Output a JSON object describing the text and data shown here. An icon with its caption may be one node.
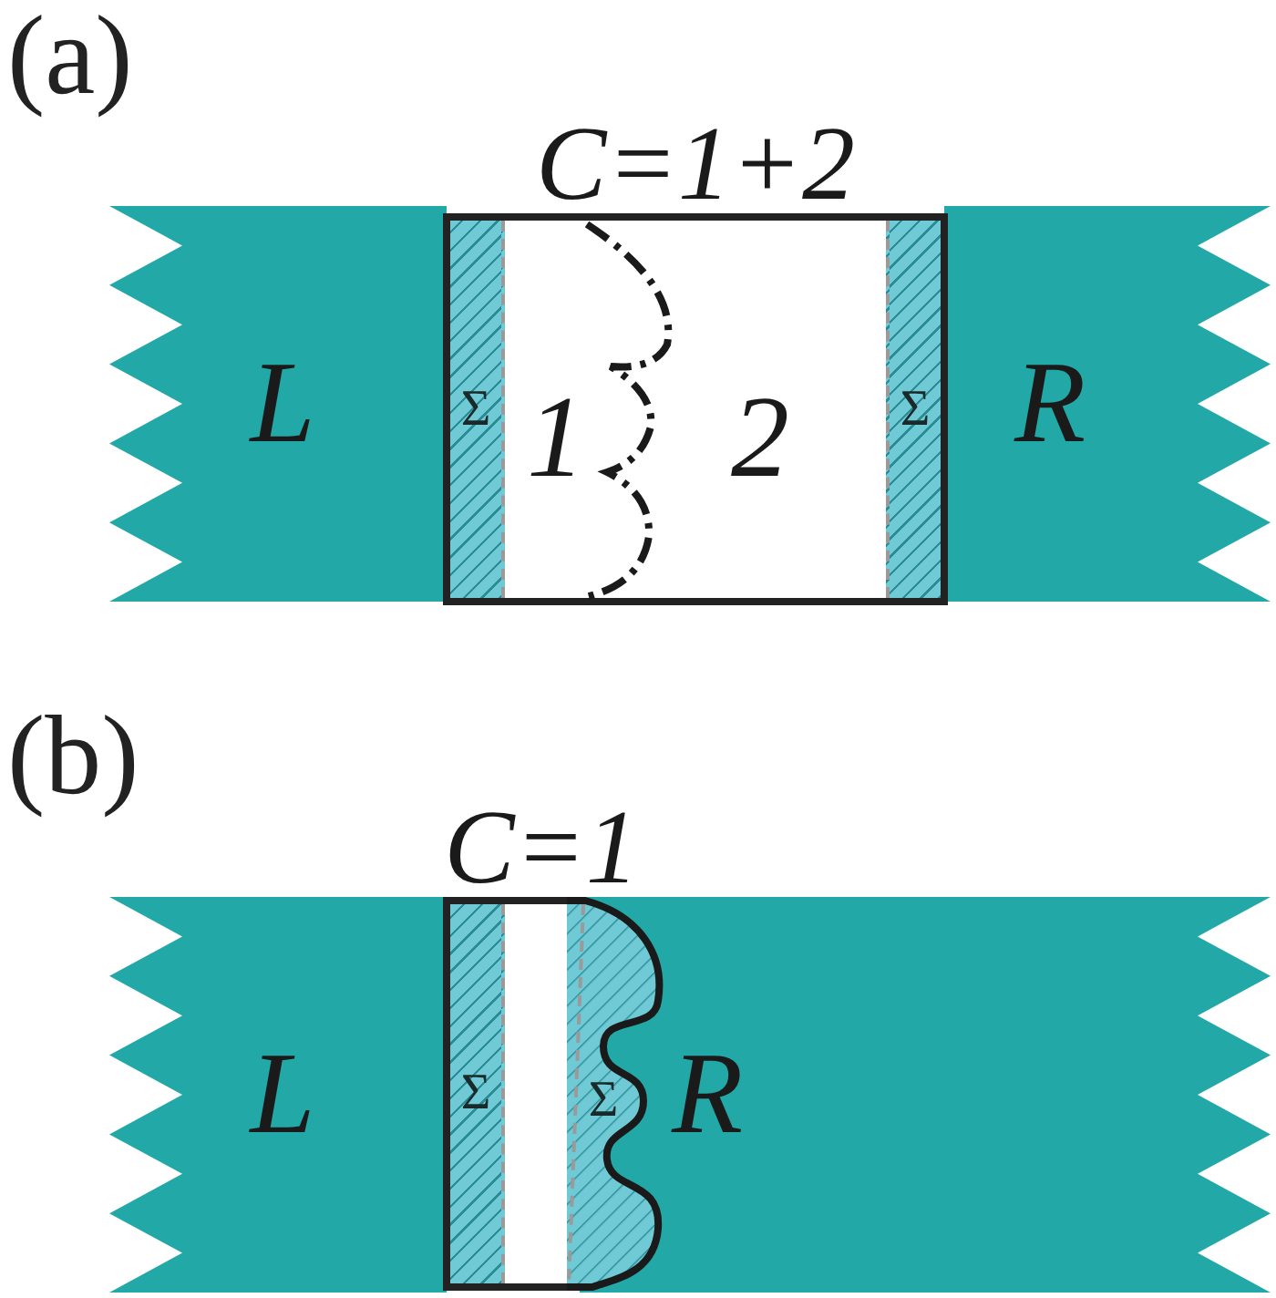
{
  "diagram": {
    "nodes": [
      {
        "text": [
          "L"
        ]
      },
      {
        "text": [
          "C=1+2"
        ]
      },
      {
        "text": [
          "Σ"
        ],
        "in": 1
      },
      {
        "text": [
          "1"
        ],
        "in": 1
      },
      {
        "text": [
          "2"
        ],
        "in": 1
      },
      {
        "text": [
          "Σ"
        ],
        "in": 1
      },
      {
        "text": [
          "R"
        ]
      },
      {
        "text": [
          "L"
        ]
      },
      {
        "text": [
          "C=1"
        ]
      },
      {
        "text": [
          "Σ"
        ],
        "in": 8
      },
      {
        "text": [
          "Σ"
        ]
      },
      {
        "text": [
          "R"
        ]
      }
    ],
    "labels": [
      "(a)",
      "(b)"
    ]
  }
}
